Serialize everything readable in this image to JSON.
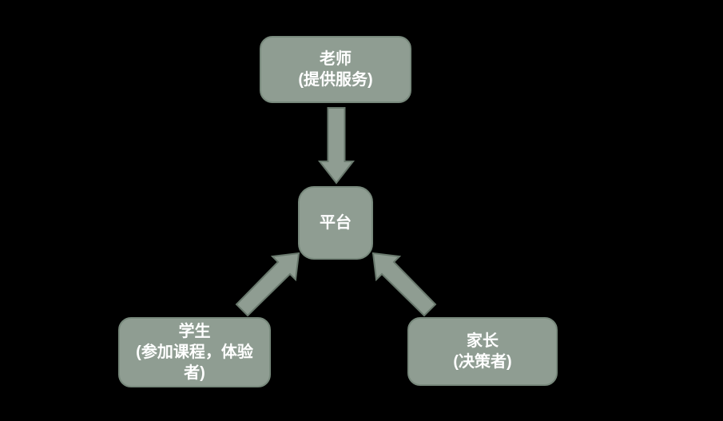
{
  "diagram": {
    "background_color": "#000000",
    "node_fill_color": "#8f9d92",
    "node_border_color": "#78897c",
    "arrow_fill_color": "#8f9d92",
    "arrow_border_color": "#69796d",
    "text_color": "#ffffff",
    "nodes": [
      {
        "id": "teacher",
        "title": "老师",
        "subtitle": "(提供服务)"
      },
      {
        "id": "platform",
        "title": "平台",
        "subtitle": ""
      },
      {
        "id": "student",
        "title": "学生",
        "subtitle": "(参加课程，体验者)"
      },
      {
        "id": "parent",
        "title": "家长",
        "subtitle": "(决策者)"
      }
    ],
    "edges": [
      {
        "from": "teacher",
        "to": "platform",
        "direction": "down"
      },
      {
        "from": "student",
        "to": "platform",
        "direction": "up-right"
      },
      {
        "from": "parent",
        "to": "platform",
        "direction": "up-left"
      }
    ]
  }
}
